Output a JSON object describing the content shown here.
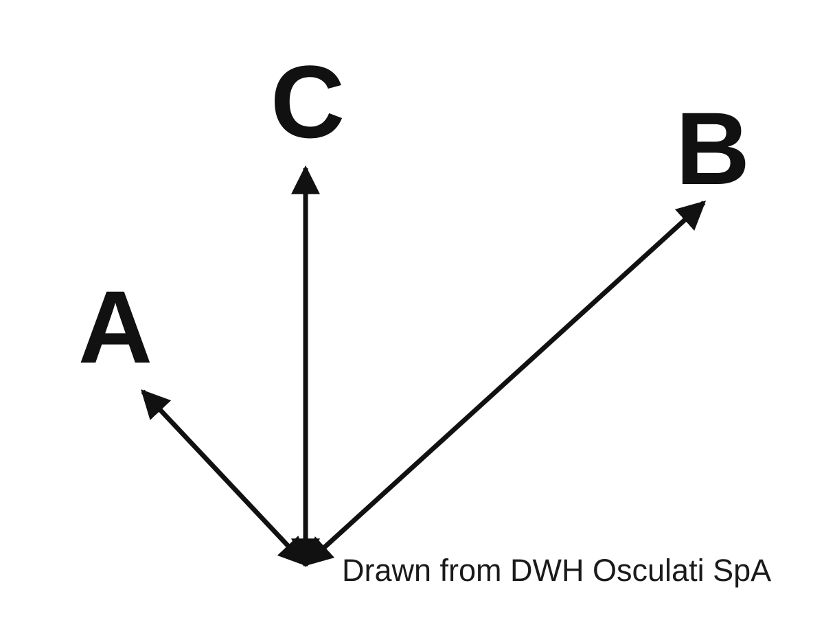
{
  "labels": {
    "a": "A",
    "b": "B",
    "c": "C"
  },
  "credit": "Drawn from DWH Osculati SpA",
  "colors": {
    "ink": "#111111",
    "background": "#ffffff"
  }
}
